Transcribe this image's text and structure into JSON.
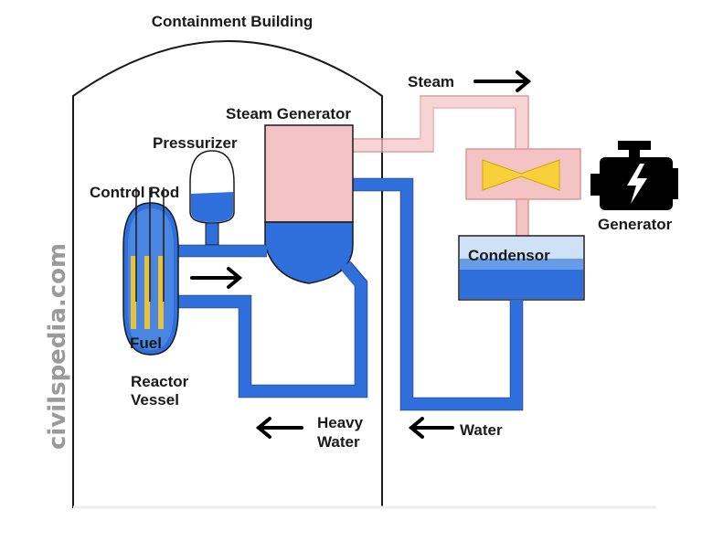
{
  "labels": {
    "containment_building": "Containment Building",
    "steam": "Steam",
    "steam_generator": "Steam Generator",
    "pressurizer": "Pressurizer",
    "control_rod": "Control Rod",
    "generator": "Generator",
    "condensor": "Condensor",
    "fuel": "Fuel",
    "reactor_vessel_line1": "Reactor",
    "reactor_vessel_line2": "Vessel",
    "heavy_water_line1": "Heavy",
    "heavy_water_line2": "Water",
    "water": "Water"
  },
  "watermark": "civilspedia.com",
  "colors": {
    "water": "#2f6fdc",
    "water_light": "#7fb0ec",
    "steam": "#f4c4c4",
    "steam_stroke": "#d99a9a",
    "turbine": "#f7d03a",
    "fuel_rod": "#e8c23a",
    "outline": "#1a1a1a",
    "watermark": "#9a9a9a"
  },
  "icons": {
    "generator": "engine-bolt-icon"
  }
}
